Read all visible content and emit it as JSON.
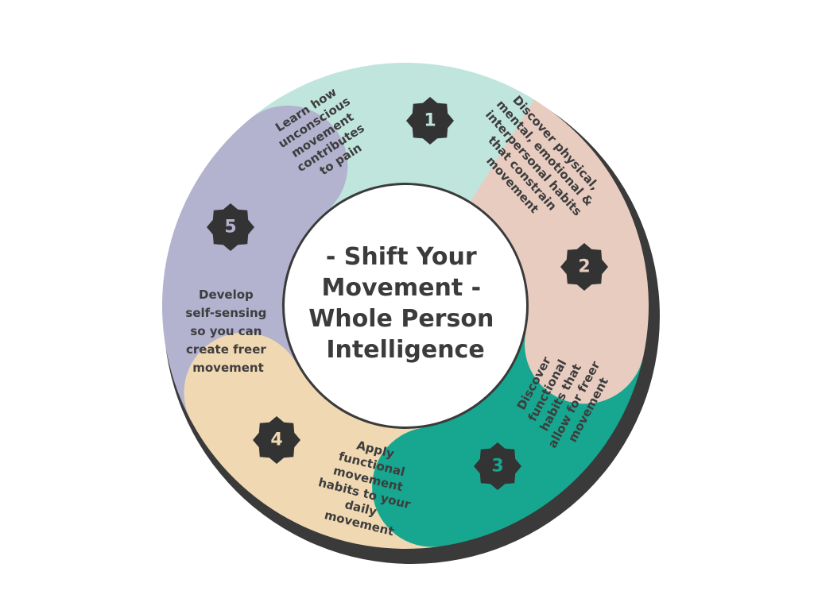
{
  "center": {
    "lines": [
      "- Shift Your",
      "Movement -",
      "Whole Person",
      "Intelligence"
    ]
  },
  "colors": {
    "shadow": "#3a3a3a",
    "center_fill": "#ffffff",
    "badge": "#333333",
    "text": "#3d3d3d"
  },
  "steps": [
    {
      "number": "1",
      "color": "#bfe5dd",
      "number_color": "#bfe5dd",
      "lines": [
        "Learn how",
        "unconscious",
        "movement",
        "contributes",
        "to pain"
      ]
    },
    {
      "number": "2",
      "color": "#e8ccc0",
      "number_color": "#e8ccc0",
      "lines": [
        "Discover physical,",
        "mental, emotional &",
        "interpersonal habits",
        "that constrain",
        "movement"
      ]
    },
    {
      "number": "3",
      "color": "#17a68f",
      "number_color": "#17a68f",
      "lines": [
        "Discover",
        "functional",
        "habits that",
        "allow for freer",
        "movement"
      ]
    },
    {
      "number": "4",
      "color": "#f0d8b2",
      "number_color": "#f0d8b2",
      "lines": [
        "Apply",
        "functional",
        "movement",
        "habits to your",
        "daily",
        "movement"
      ]
    },
    {
      "number": "5",
      "color": "#b3b2cf",
      "number_color": "#b3b2cf",
      "lines": [
        "Develop",
        "self-sensing",
        "so you can",
        "create freer",
        "movement"
      ]
    }
  ]
}
